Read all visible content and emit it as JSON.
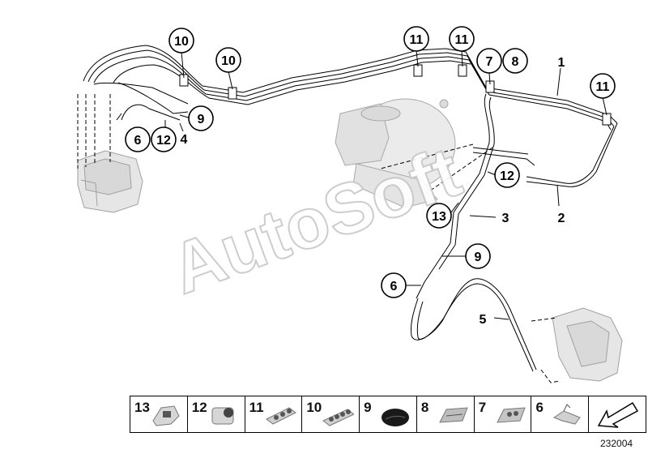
{
  "watermark": "AutoSoft",
  "doc_number": "232004",
  "callouts": {
    "c10a": "10",
    "c10b": "10",
    "c11a": "11",
    "c11b": "11",
    "c7": "7",
    "c8": "8",
    "c11c": "11",
    "c9a": "9",
    "c6a": "6",
    "c12a": "12",
    "c12b": "12",
    "c13": "13",
    "c9b": "9",
    "c6b": "6"
  },
  "labels": {
    "l1": "1",
    "l2": "2",
    "l3": "3",
    "l4": "4",
    "l5": "5"
  },
  "legend": [
    {
      "num": "13",
      "icon": "bracket-clip-icon"
    },
    {
      "num": "12",
      "icon": "hose-holder-icon"
    },
    {
      "num": "11",
      "icon": "triple-pipe-clip-icon"
    },
    {
      "num": "10",
      "icon": "quad-pipe-clip-icon"
    },
    {
      "num": "9",
      "icon": "grommet-icon"
    },
    {
      "num": "8",
      "icon": "pipe-clip-icon"
    },
    {
      "num": "7",
      "icon": "double-pipe-clip-icon"
    },
    {
      "num": "6",
      "icon": "spring-clip-icon"
    },
    {
      "num": "",
      "icon": "arrow-icon"
    }
  ],
  "colors": {
    "line": "#000000",
    "part_fill": "#e4e4e4",
    "part_stroke": "#9a9a9a"
  }
}
